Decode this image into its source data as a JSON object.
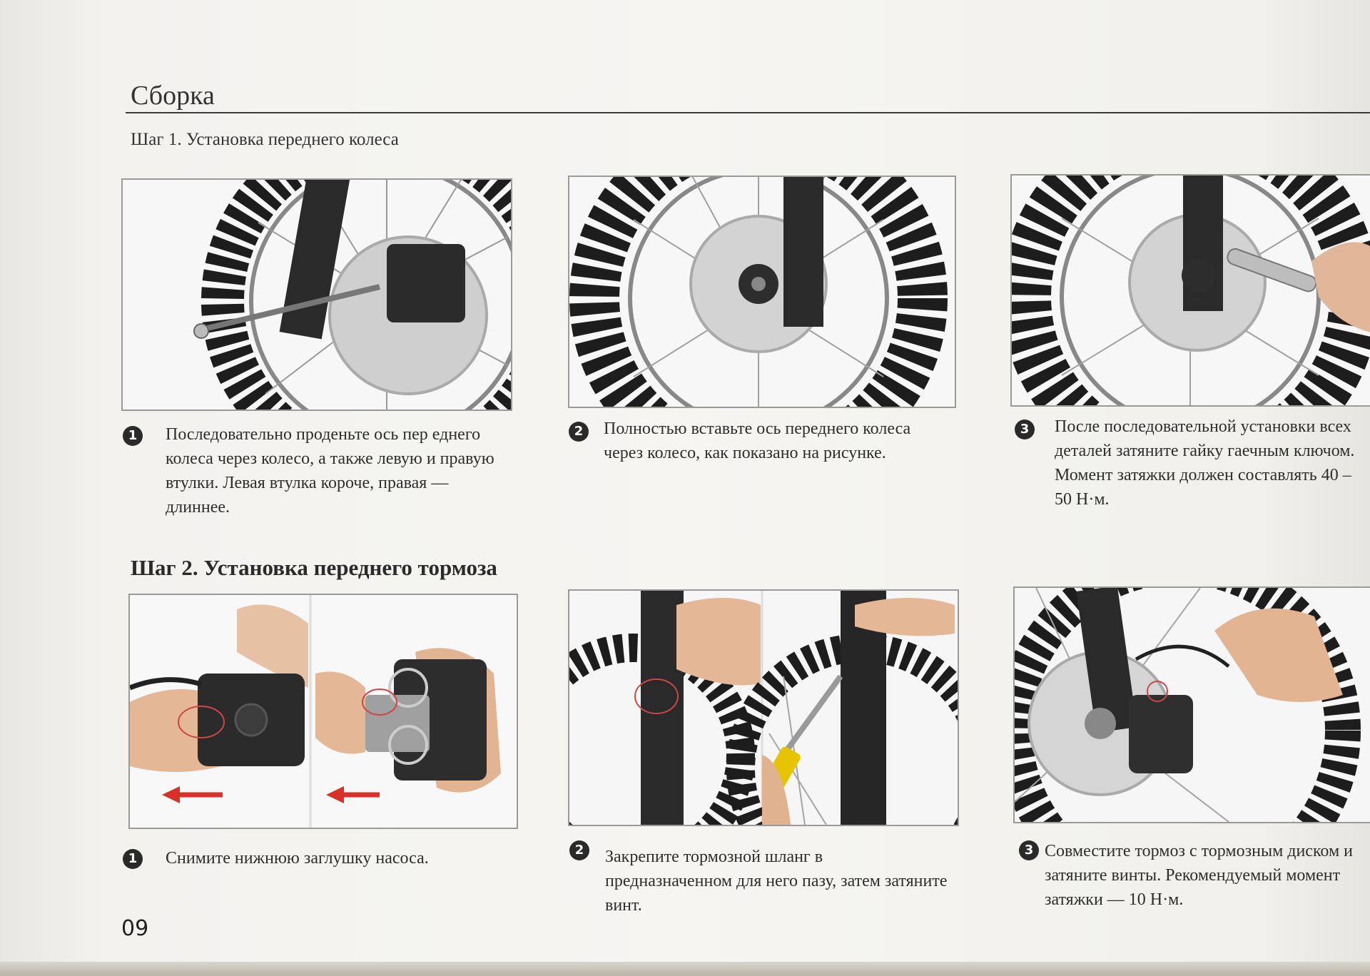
{
  "page": {
    "title": "Сборка",
    "page_number": "09"
  },
  "step1": {
    "heading": "Шаг 1. Установка переднего колеса",
    "items": [
      {
        "number": "1",
        "text": "Последовательно проденьте ось пер еднего колеса через колесо, а также левую и правую втулки. Левая втулка короче, правая — длиннее."
      },
      {
        "number": "2",
        "text": "Полностью вставьте ось переднего колеса через колесо, как показано на рисунке."
      },
      {
        "number": "3",
        "text": "После последовательной установки всех деталей затяните гайку гаечным ключом. Момент затяжки должен составлять 40 – 50 Н·м."
      }
    ]
  },
  "step2": {
    "heading": "Шаг 2. Установка переднего тормоза",
    "items": [
      {
        "number": "1",
        "text": "Снимите нижнюю заглушку насоса."
      },
      {
        "number": "2",
        "text": "Закрепите тормозной шланг в предназначенном для него пазу, затем затяните винт."
      },
      {
        "number": "3",
        "text": "Совместите тормоз с тормозным диском и затяните винты. Рекомендуемый момент затяжки — 10 Н·м."
      }
    ]
  },
  "colors": {
    "arrow": "#d8312a",
    "highlight_circle": "#d04545",
    "tire": "#1d1d1d"
  }
}
